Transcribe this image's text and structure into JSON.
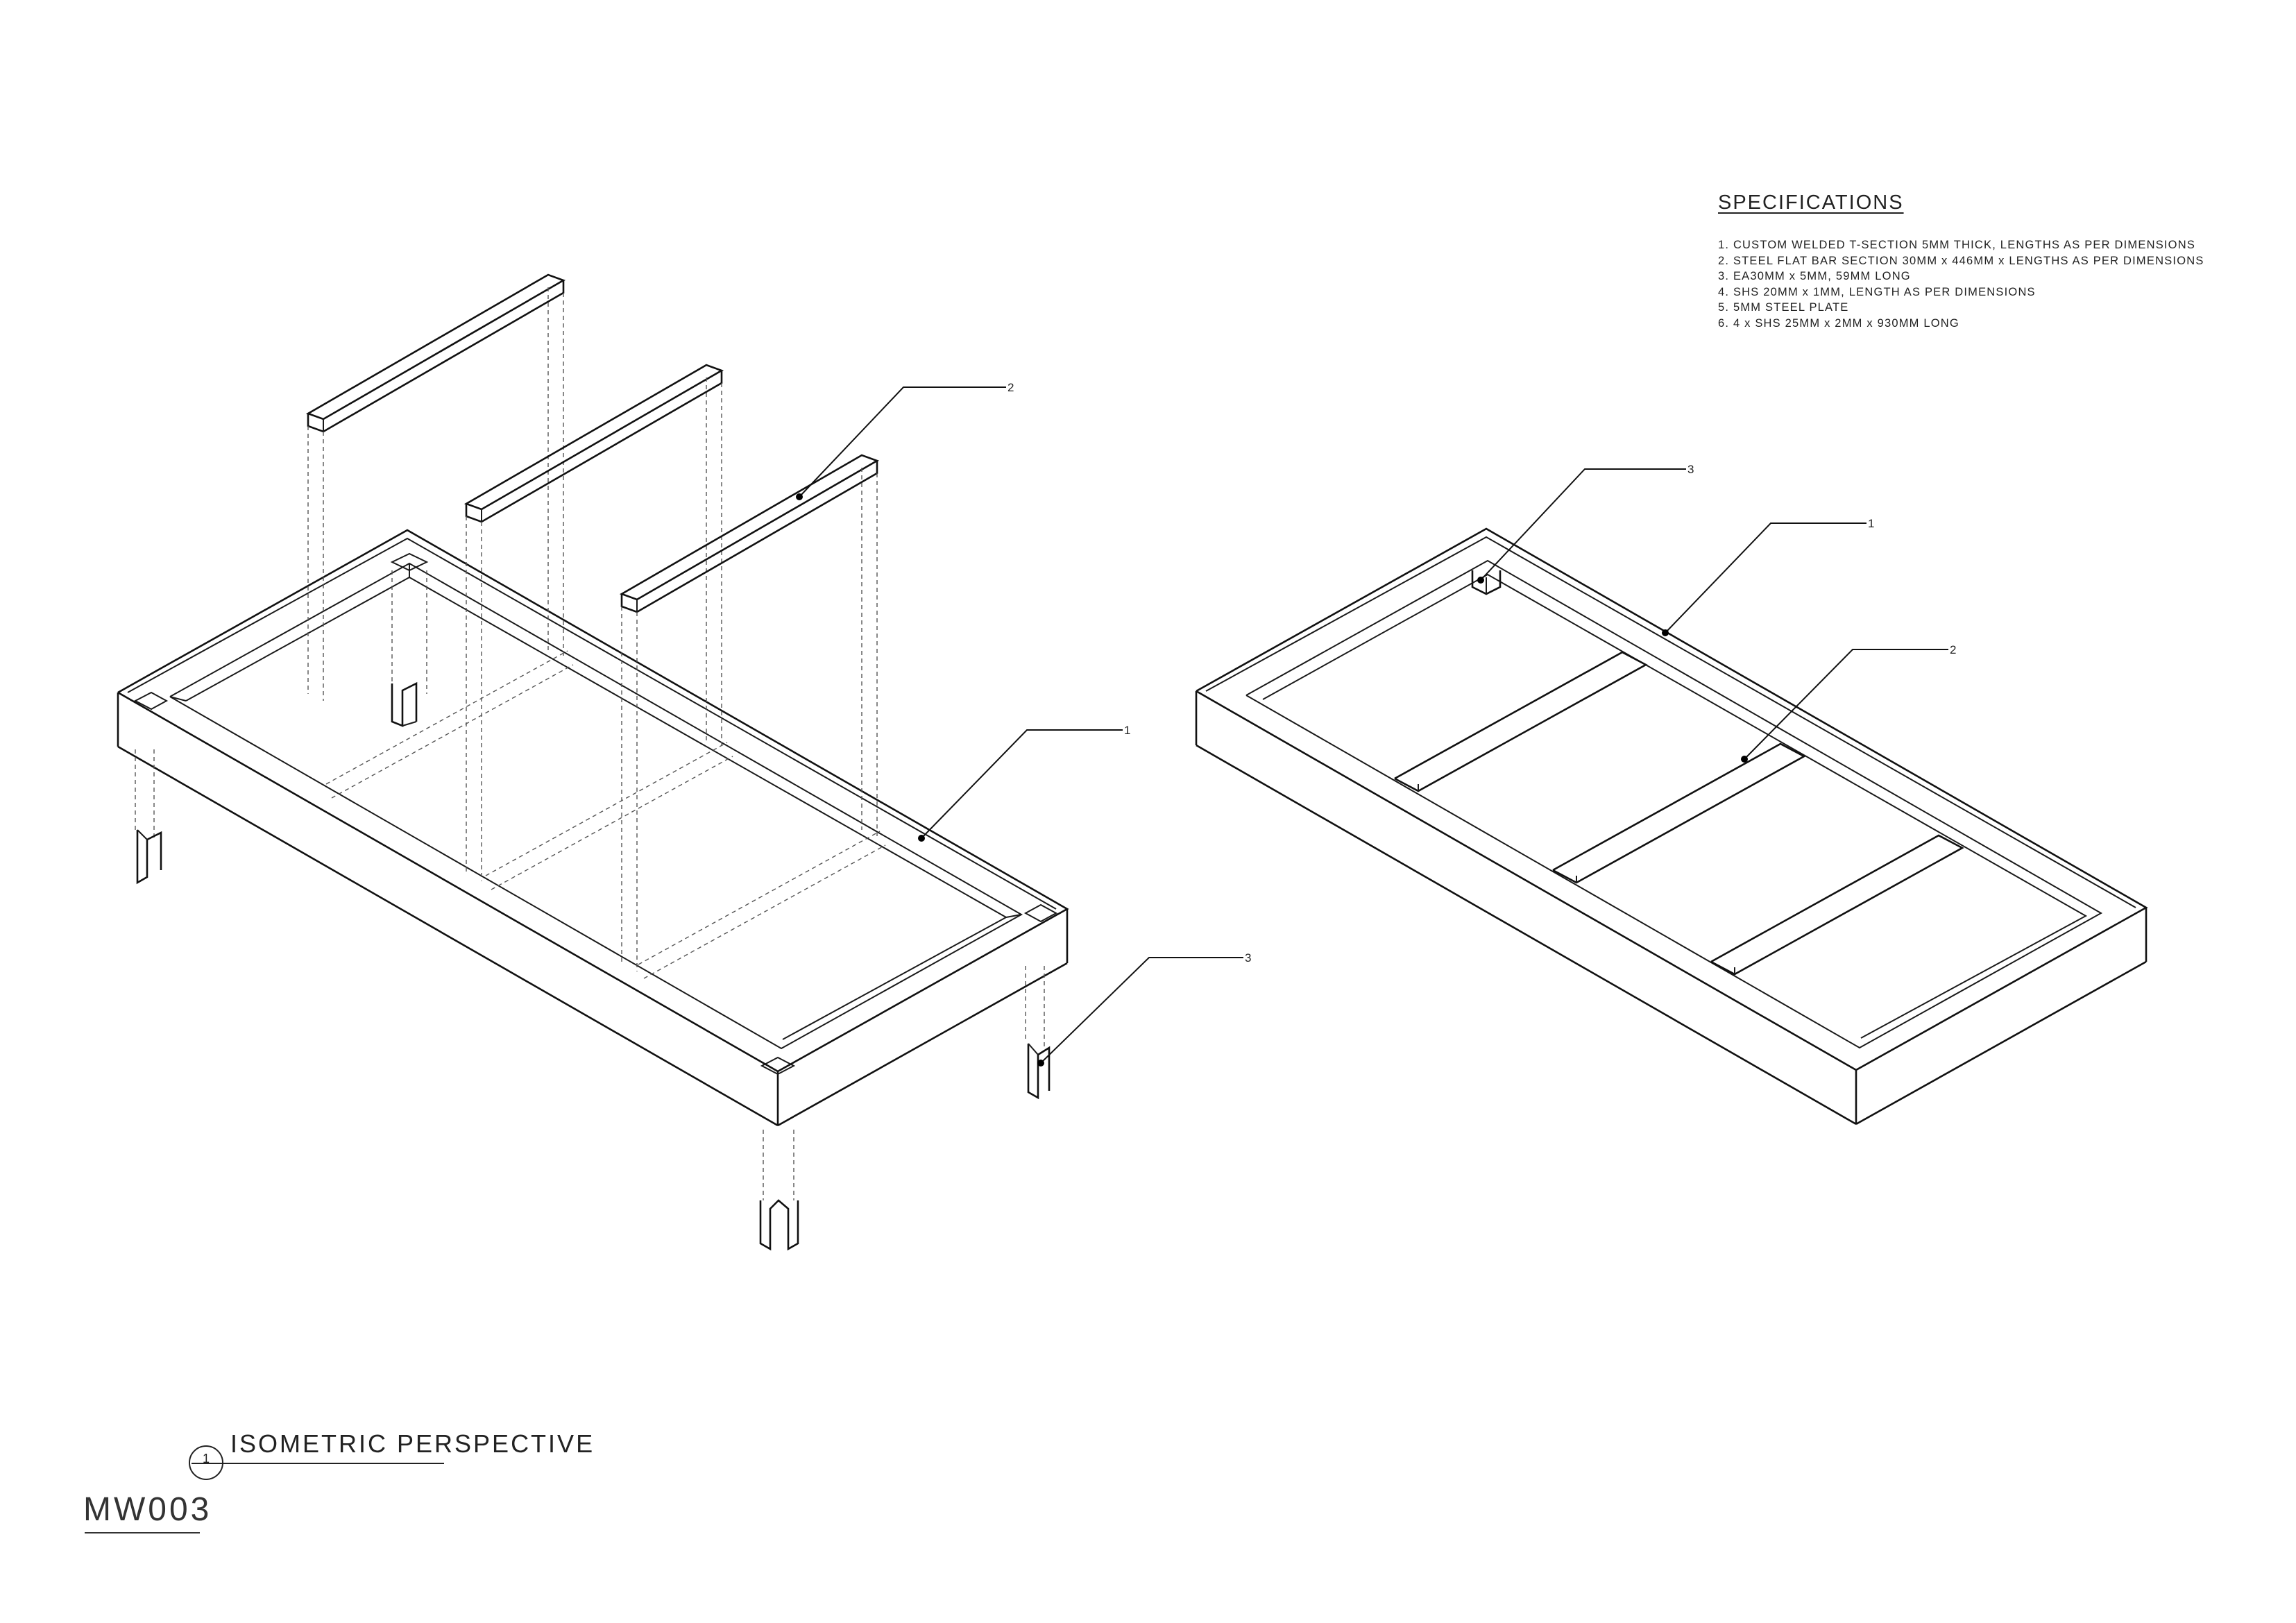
{
  "specifications": {
    "title": "SPECIFICATIONS",
    "items": [
      "1. CUSTOM WELDED T-SECTION 5MM THICK, LENGTHS AS PER DIMENSIONS",
      "2. STEEL FLAT BAR SECTION 30MM x 446MM x LENGTHS AS PER DIMENSIONS",
      "3. EA30MM x 5MM, 59MM LONG",
      "4. SHS 20MM x 1MM, LENGTH AS PER DIMENSIONS",
      "5. 5MM STEEL PLATE",
      "6. 4 x SHS 25MM x 2MM x 930MM LONG"
    ]
  },
  "callouts": {
    "left_bar": "2",
    "left_frame": "1",
    "left_angle": "3",
    "right_angle": "3",
    "right_frame": "1",
    "right_bar": "2"
  },
  "view_label": {
    "number": "1",
    "title": "ISOMETRIC PERSPECTIVE"
  },
  "sheet_id": "MW003"
}
